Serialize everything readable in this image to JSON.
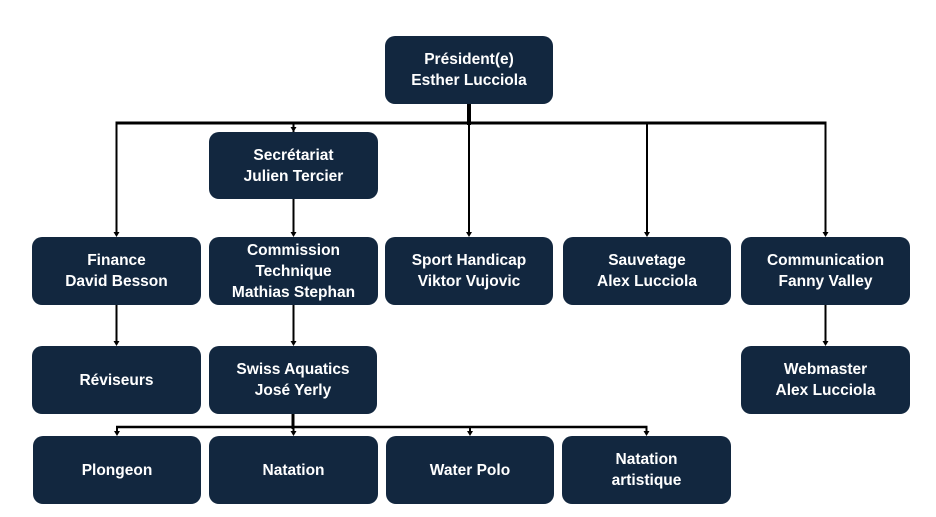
{
  "colors": {
    "node_fill": "#12273f",
    "node_text": "#ffffff",
    "connector": "#000000",
    "background": "#ffffff"
  },
  "nodes": {
    "president": {
      "lines": [
        "Président(e)",
        "Esther Lucciola"
      ]
    },
    "secretariat": {
      "lines": [
        "Secrétariat",
        "Julien Tercier"
      ]
    },
    "finance": {
      "lines": [
        "Finance",
        "David Besson"
      ]
    },
    "commission": {
      "lines": [
        "Commission",
        "Technique",
        "Mathias Stephan"
      ]
    },
    "handicap": {
      "lines": [
        "Sport Handicap",
        "Viktor Vujovic"
      ]
    },
    "sauvetage": {
      "lines": [
        "Sauvetage",
        "Alex Lucciola"
      ]
    },
    "communication": {
      "lines": [
        "Communication",
        "Fanny Valley"
      ]
    },
    "reviseurs": {
      "lines": [
        "Réviseurs"
      ]
    },
    "swiss": {
      "lines": [
        "Swiss Aquatics",
        "José Yerly"
      ]
    },
    "webmaster": {
      "lines": [
        "Webmaster",
        "Alex Lucciola"
      ]
    },
    "plongeon": {
      "lines": [
        "Plongeon"
      ]
    },
    "natation": {
      "lines": [
        "Natation"
      ]
    },
    "waterpolo": {
      "lines": [
        "Water Polo"
      ]
    },
    "artistique": {
      "lines": [
        "Natation",
        "artistique"
      ]
    }
  },
  "edges": [
    [
      "president",
      "secretariat"
    ],
    [
      "president",
      "finance"
    ],
    [
      "president",
      "commission"
    ],
    [
      "president",
      "handicap"
    ],
    [
      "president",
      "sauvetage"
    ],
    [
      "president",
      "communication"
    ],
    [
      "finance",
      "reviseurs"
    ],
    [
      "commission",
      "swiss"
    ],
    [
      "communication",
      "webmaster"
    ],
    [
      "swiss",
      "plongeon"
    ],
    [
      "swiss",
      "natation"
    ],
    [
      "swiss",
      "waterpolo"
    ],
    [
      "swiss",
      "artistique"
    ]
  ]
}
